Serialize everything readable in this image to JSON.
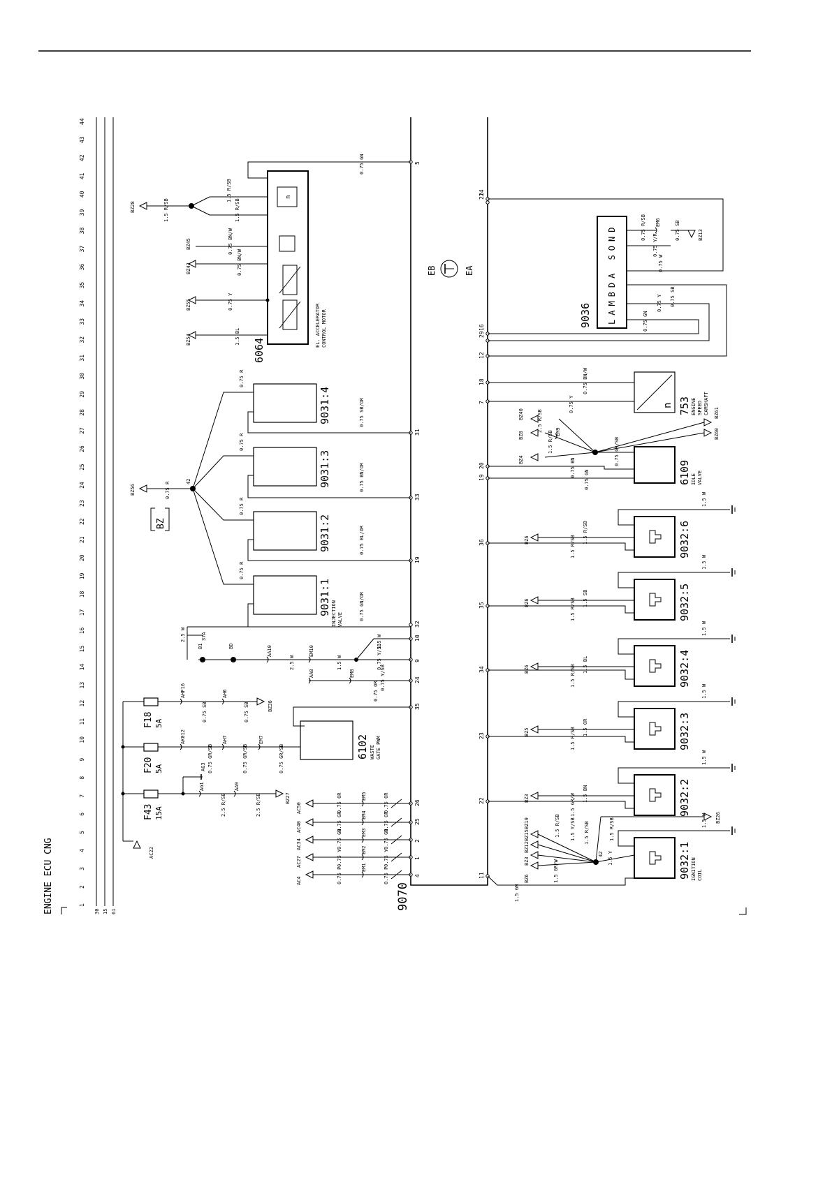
{
  "title": "ENGINE ECU CNG",
  "area_label": "BZ",
  "bus_labels": [
    "30",
    "15",
    "61"
  ],
  "columns": [
    "1",
    "2",
    "3",
    "4",
    "5",
    "6",
    "7",
    "8",
    "9",
    "10",
    "11",
    "12",
    "13",
    "14",
    "15",
    "16",
    "17",
    "18",
    "19",
    "20",
    "21",
    "22",
    "23",
    "24",
    "25",
    "26",
    "27",
    "28",
    "29",
    "30",
    "31",
    "32",
    "33",
    "34",
    "35",
    "36",
    "37",
    "38",
    "39",
    "40",
    "41",
    "42",
    "43",
    "44"
  ],
  "components": {
    "ecu": "9070",
    "accel": {
      "id": "6064",
      "name": "EL. ACCELERATOR",
      "name2": "CONTROL MOTOR"
    },
    "lambda": {
      "id": "9036",
      "name": "LAMBDA SOND"
    },
    "camshaft": {
      "id": "753",
      "name": "ENGINE",
      "name2": "SPEED",
      "name3": "CAMSHAFT",
      "symbol": "n"
    },
    "idle": {
      "id": "6109",
      "name": "IDLE",
      "name2": "VALVE"
    },
    "waste": {
      "id": "6102",
      "name": "WASTE",
      "name2": "GATE PWM"
    },
    "injectors": [
      "9031:1",
      "9031:2",
      "9031:3",
      "9031:4"
    ],
    "injection_label": "INJECTION",
    "injection_label2": "VALVE",
    "coils": [
      "9032:1",
      "9032:2",
      "9032:3",
      "9032:4",
      "9032:5",
      "9032:6"
    ],
    "ignition_label": "IGNITION",
    "ignition_label2": "COIL",
    "fuses": [
      {
        "id": "F43",
        "rating": "15A"
      },
      {
        "id": "F20",
        "rating": "5A"
      },
      {
        "id": "F18",
        "rating": "5A"
      }
    ],
    "ground": {
      "top": "EB",
      "bottom": "EA"
    }
  },
  "connectors": [
    "AC22",
    "AG1",
    "AG3",
    "AA9",
    "AK012",
    "AH7",
    "EM7",
    "AHF16",
    "AH6",
    "BZ27",
    "BZ38",
    "AC4",
    "AC27",
    "AC34",
    "AC40",
    "AC50",
    "EM1",
    "EM2",
    "EM3",
    "EM4",
    "EM5",
    "AA8",
    "EM8",
    "AA10",
    "EM10",
    "BZ56",
    "BZ54",
    "BZ55",
    "BZ43",
    "BZ45",
    "BZ28",
    "B1",
    "BD",
    "37A",
    "42",
    "EM6",
    "BZ13",
    "EM9",
    "BZ60",
    "BZ61",
    "BZ40",
    "BZ8",
    "BZ4",
    "BZ5",
    "BZ6",
    "BZ3",
    "BZ12",
    "BZ15",
    "BZ19",
    "BZ22",
    "BZ26"
  ],
  "ecu_pins_left": [
    "4",
    "1",
    "2",
    "25",
    "26",
    "35",
    "24",
    "9",
    "10",
    "32",
    "19",
    "33",
    "31",
    "5"
  ],
  "ecu_pins_right": [
    "11",
    "22",
    "23",
    "34",
    "35",
    "36",
    "19",
    "20",
    "7",
    "18",
    "12",
    "29",
    "16",
    "24",
    "21"
  ],
  "wires": [
    "0.75 GN",
    "1.5 R/SB",
    "1.5 R/SB",
    "0.75 BN/W",
    "0.75 BN/W",
    "0.75 Y",
    "1.5 BL",
    "0.75 R",
    "0.75 R",
    "0.75 R",
    "0.75 R",
    "0.75 SB/OR",
    "0.75 BN/OR",
    "0.75 BL/OR",
    "0.75 GN/OR",
    "2.5 W",
    "2.5 W",
    "1.5 W",
    "1.5 W",
    "0.75 Y/SB",
    "0.75 OR",
    "0.75 GR/SB",
    "0.75 GR/SB",
    "0.75 GR/SB",
    "0.75 SB",
    "0.75 SB",
    "2.5 R/SB",
    "2.5 R/SB",
    "0.75 P",
    "0.75 Y",
    "0.75 GN",
    "0.75 GR",
    "0.75 OR",
    "1.5 GN",
    "1.5 GR/W",
    "1.5 R/SB",
    "1.5 Y/SB",
    "1.5 R/SB",
    "1.5 Y",
    "1.5 GR/W",
    "1.5 BN",
    "1.5 R/SB",
    "1.5 OR",
    "1.5 R/SB",
    "1.5 BL",
    "1.5 R/SB",
    "1.5 SB",
    "1.5 R/SB",
    "0.75 BN",
    "0.75 GN",
    "0.75 GR/SB",
    "2.5 R/SB",
    "1.5 R/SB",
    "0.75 Y",
    "0.75 BN/W",
    "0.75 GN",
    "0.75 Y",
    "0.75 SB",
    "0.75 W",
    "0.75 Y/R",
    "0.75 R/SB",
    "0.75 SB",
    "1.5 W"
  ]
}
